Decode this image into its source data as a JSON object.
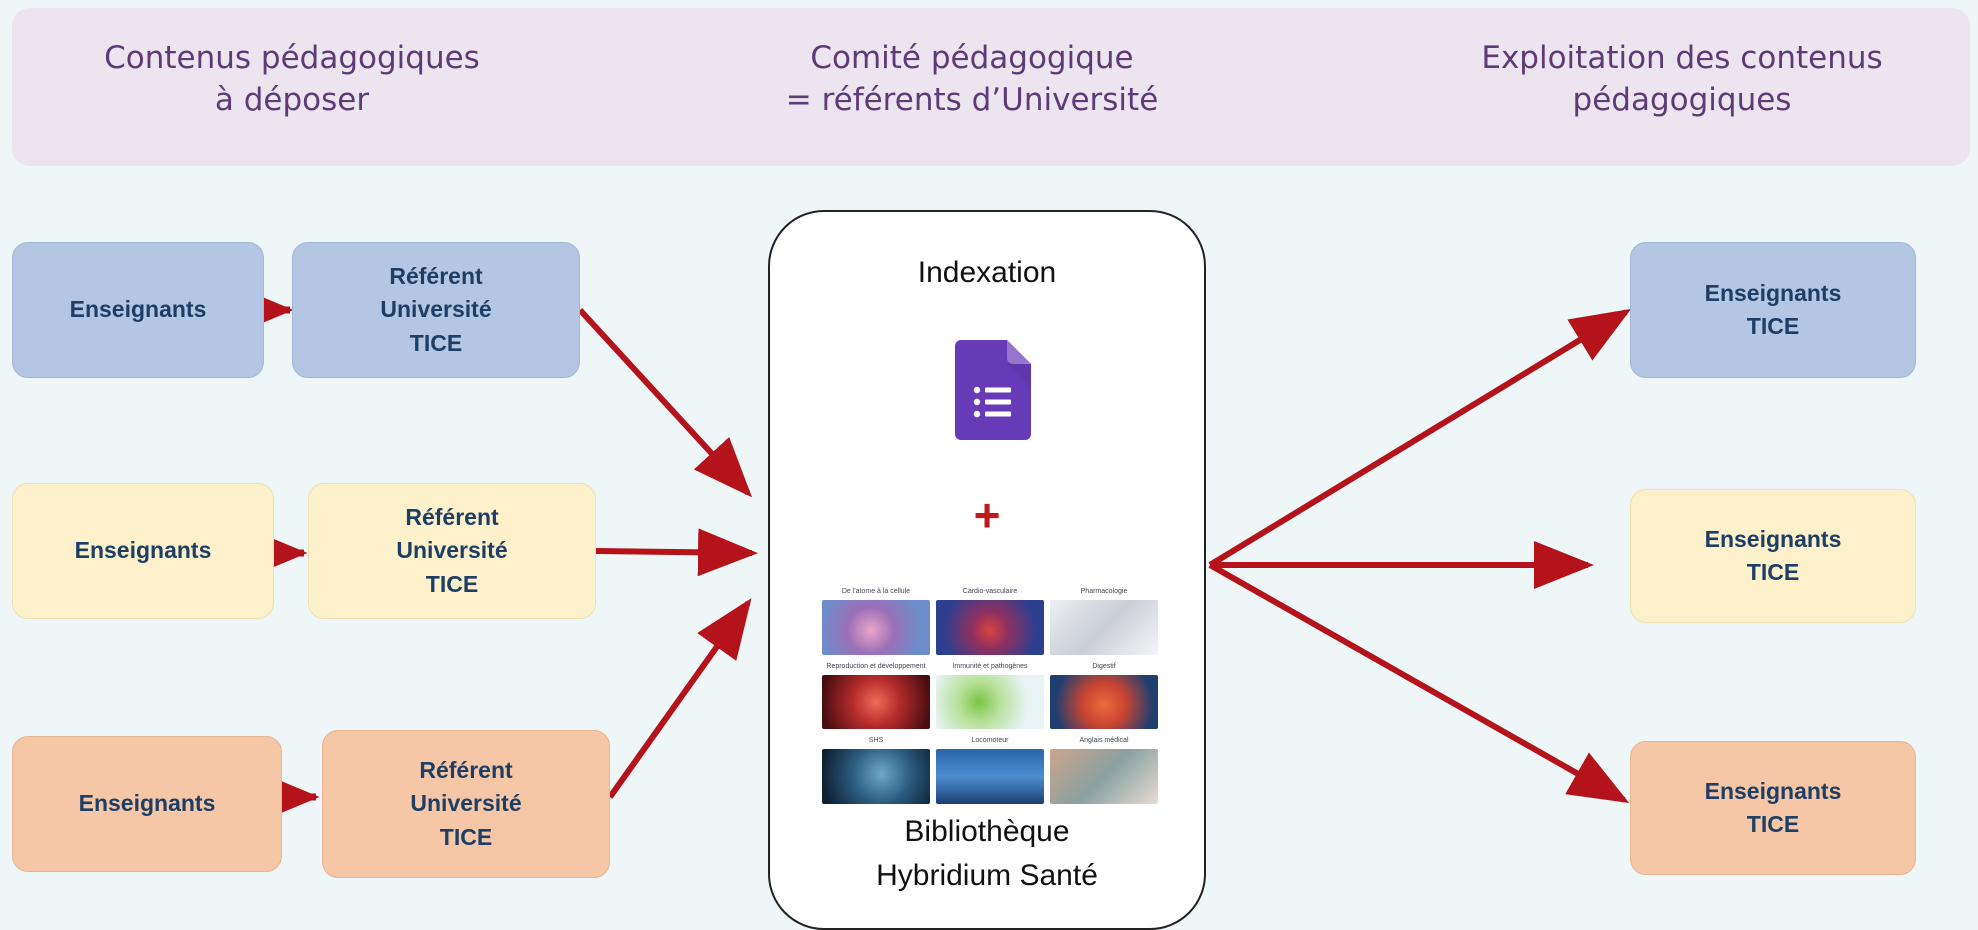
{
  "header": {
    "col1": "Contenus pédagogiques\nà déposer",
    "col2": "Comité pédagogique\n= référents d’Université",
    "col3": "Exploitation des contenus\npédagogiques"
  },
  "left_rows": [
    {
      "enseignants": "Enseignants",
      "referent": "Référent\nUniversité\nTICE"
    },
    {
      "enseignants": "Enseignants",
      "referent": "Référent\nUniversité\nTICE"
    },
    {
      "enseignants": "Enseignants",
      "referent": "Référent\nUniversité\nTICE"
    }
  ],
  "center": {
    "title": "Indexation",
    "plus": "+",
    "library": "Bibliothèque\nHybridium Santé",
    "tiles": [
      {
        "title": "De l'atome à la cellule"
      },
      {
        "title": "Cardio-vasculaire"
      },
      {
        "title": "Pharmacologie"
      },
      {
        "title": "Reproduction et développement"
      },
      {
        "title": "Immunité et pathogènes"
      },
      {
        "title": "Digestif"
      },
      {
        "title": "SHS"
      },
      {
        "title": "Locomoteur"
      },
      {
        "title": "Anglais médical"
      }
    ]
  },
  "right_boxes": [
    {
      "label": "Enseignants\nTICE"
    },
    {
      "label": "Enseignants\nTICE"
    },
    {
      "label": "Enseignants\nTICE"
    }
  ],
  "colors": {
    "arrow": "#b5131b",
    "blue": "#b3c6e4",
    "yellow": "#fdf1cb",
    "orange": "#f5c7a6",
    "header_text": "#5d3b77",
    "forms_icon": "#673ab7"
  },
  "icons": {
    "forms": "google-forms-icon"
  }
}
